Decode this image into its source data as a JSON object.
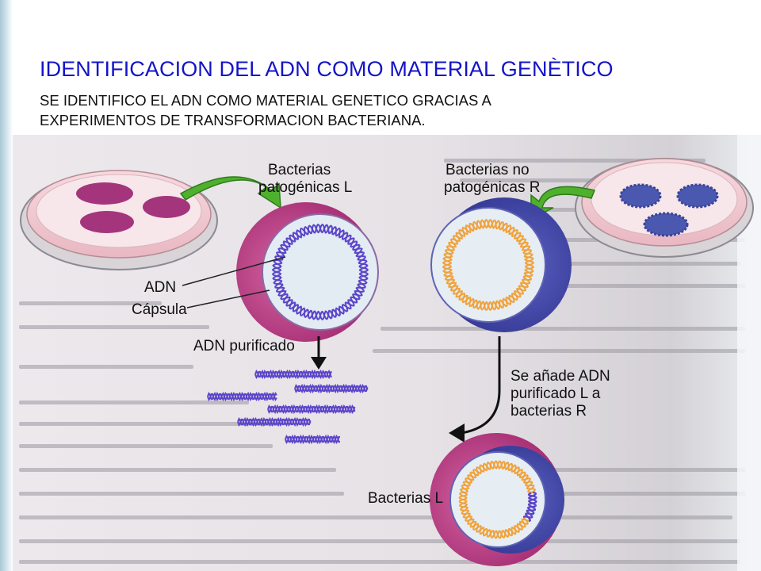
{
  "header": {
    "title": "IDENTIFICACION DEL ADN COMO MATERIAL GENÈTICO",
    "subtitle_line1": "SE IDENTIFICO EL ADN COMO MATERIAL GENETICO GRACIAS A",
    "subtitle_line2": "EXPERIMENTOS DE TRANSFORMACION BACTERIANA."
  },
  "diagram": {
    "label_pathogenic_1": "Bacterias",
    "label_pathogenic_2": "patogénicas L",
    "label_nonpathogenic_1": "Bacterias no",
    "label_nonpathogenic_2": "patogénicas R",
    "label_dna": "ADN",
    "label_capsule": "Cápsula",
    "label_purified_dna": "ADN purificado",
    "label_added_1": "Se añade ADN",
    "label_added_2": "purificado L a",
    "label_added_3": "bacterias R",
    "label_result": "Bacterias L"
  },
  "colors": {
    "title": "#1414c8",
    "capsule": "#c23c86",
    "cell_outer_r": "#4a4fae",
    "dna_l": "#5b45c9",
    "dna_r": "#f0a23c",
    "arrow": "#4fb02d",
    "colony_l": "#a4357d",
    "colony_r": "#4b58b0"
  }
}
